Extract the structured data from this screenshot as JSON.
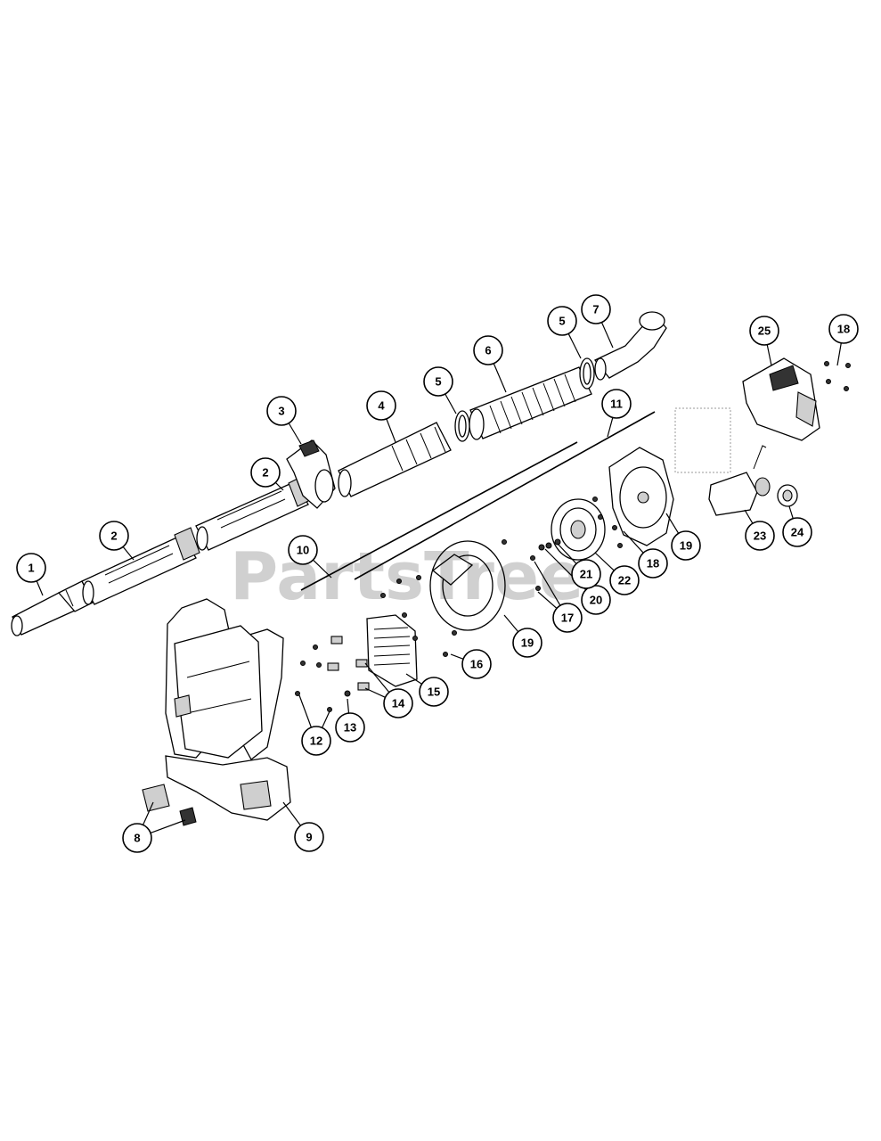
{
  "watermark": {
    "text": "PartsTree"
  },
  "callouts": [
    {
      "label": "1"
    },
    {
      "label": "2"
    },
    {
      "label": "2"
    },
    {
      "label": "3"
    },
    {
      "label": "4"
    },
    {
      "label": "5"
    },
    {
      "label": "5"
    },
    {
      "label": "6"
    },
    {
      "label": "7"
    },
    {
      "label": "8"
    },
    {
      "label": "9"
    },
    {
      "label": "10"
    },
    {
      "label": "11"
    },
    {
      "label": "12"
    },
    {
      "label": "13"
    },
    {
      "label": "14"
    },
    {
      "label": "15"
    },
    {
      "label": "16"
    },
    {
      "label": "17"
    },
    {
      "label": "18"
    },
    {
      "label": "18"
    },
    {
      "label": "19"
    },
    {
      "label": "19"
    },
    {
      "label": "20"
    },
    {
      "label": "21"
    },
    {
      "label": "22"
    },
    {
      "label": "23"
    },
    {
      "label": "24"
    },
    {
      "label": "25"
    }
  ]
}
